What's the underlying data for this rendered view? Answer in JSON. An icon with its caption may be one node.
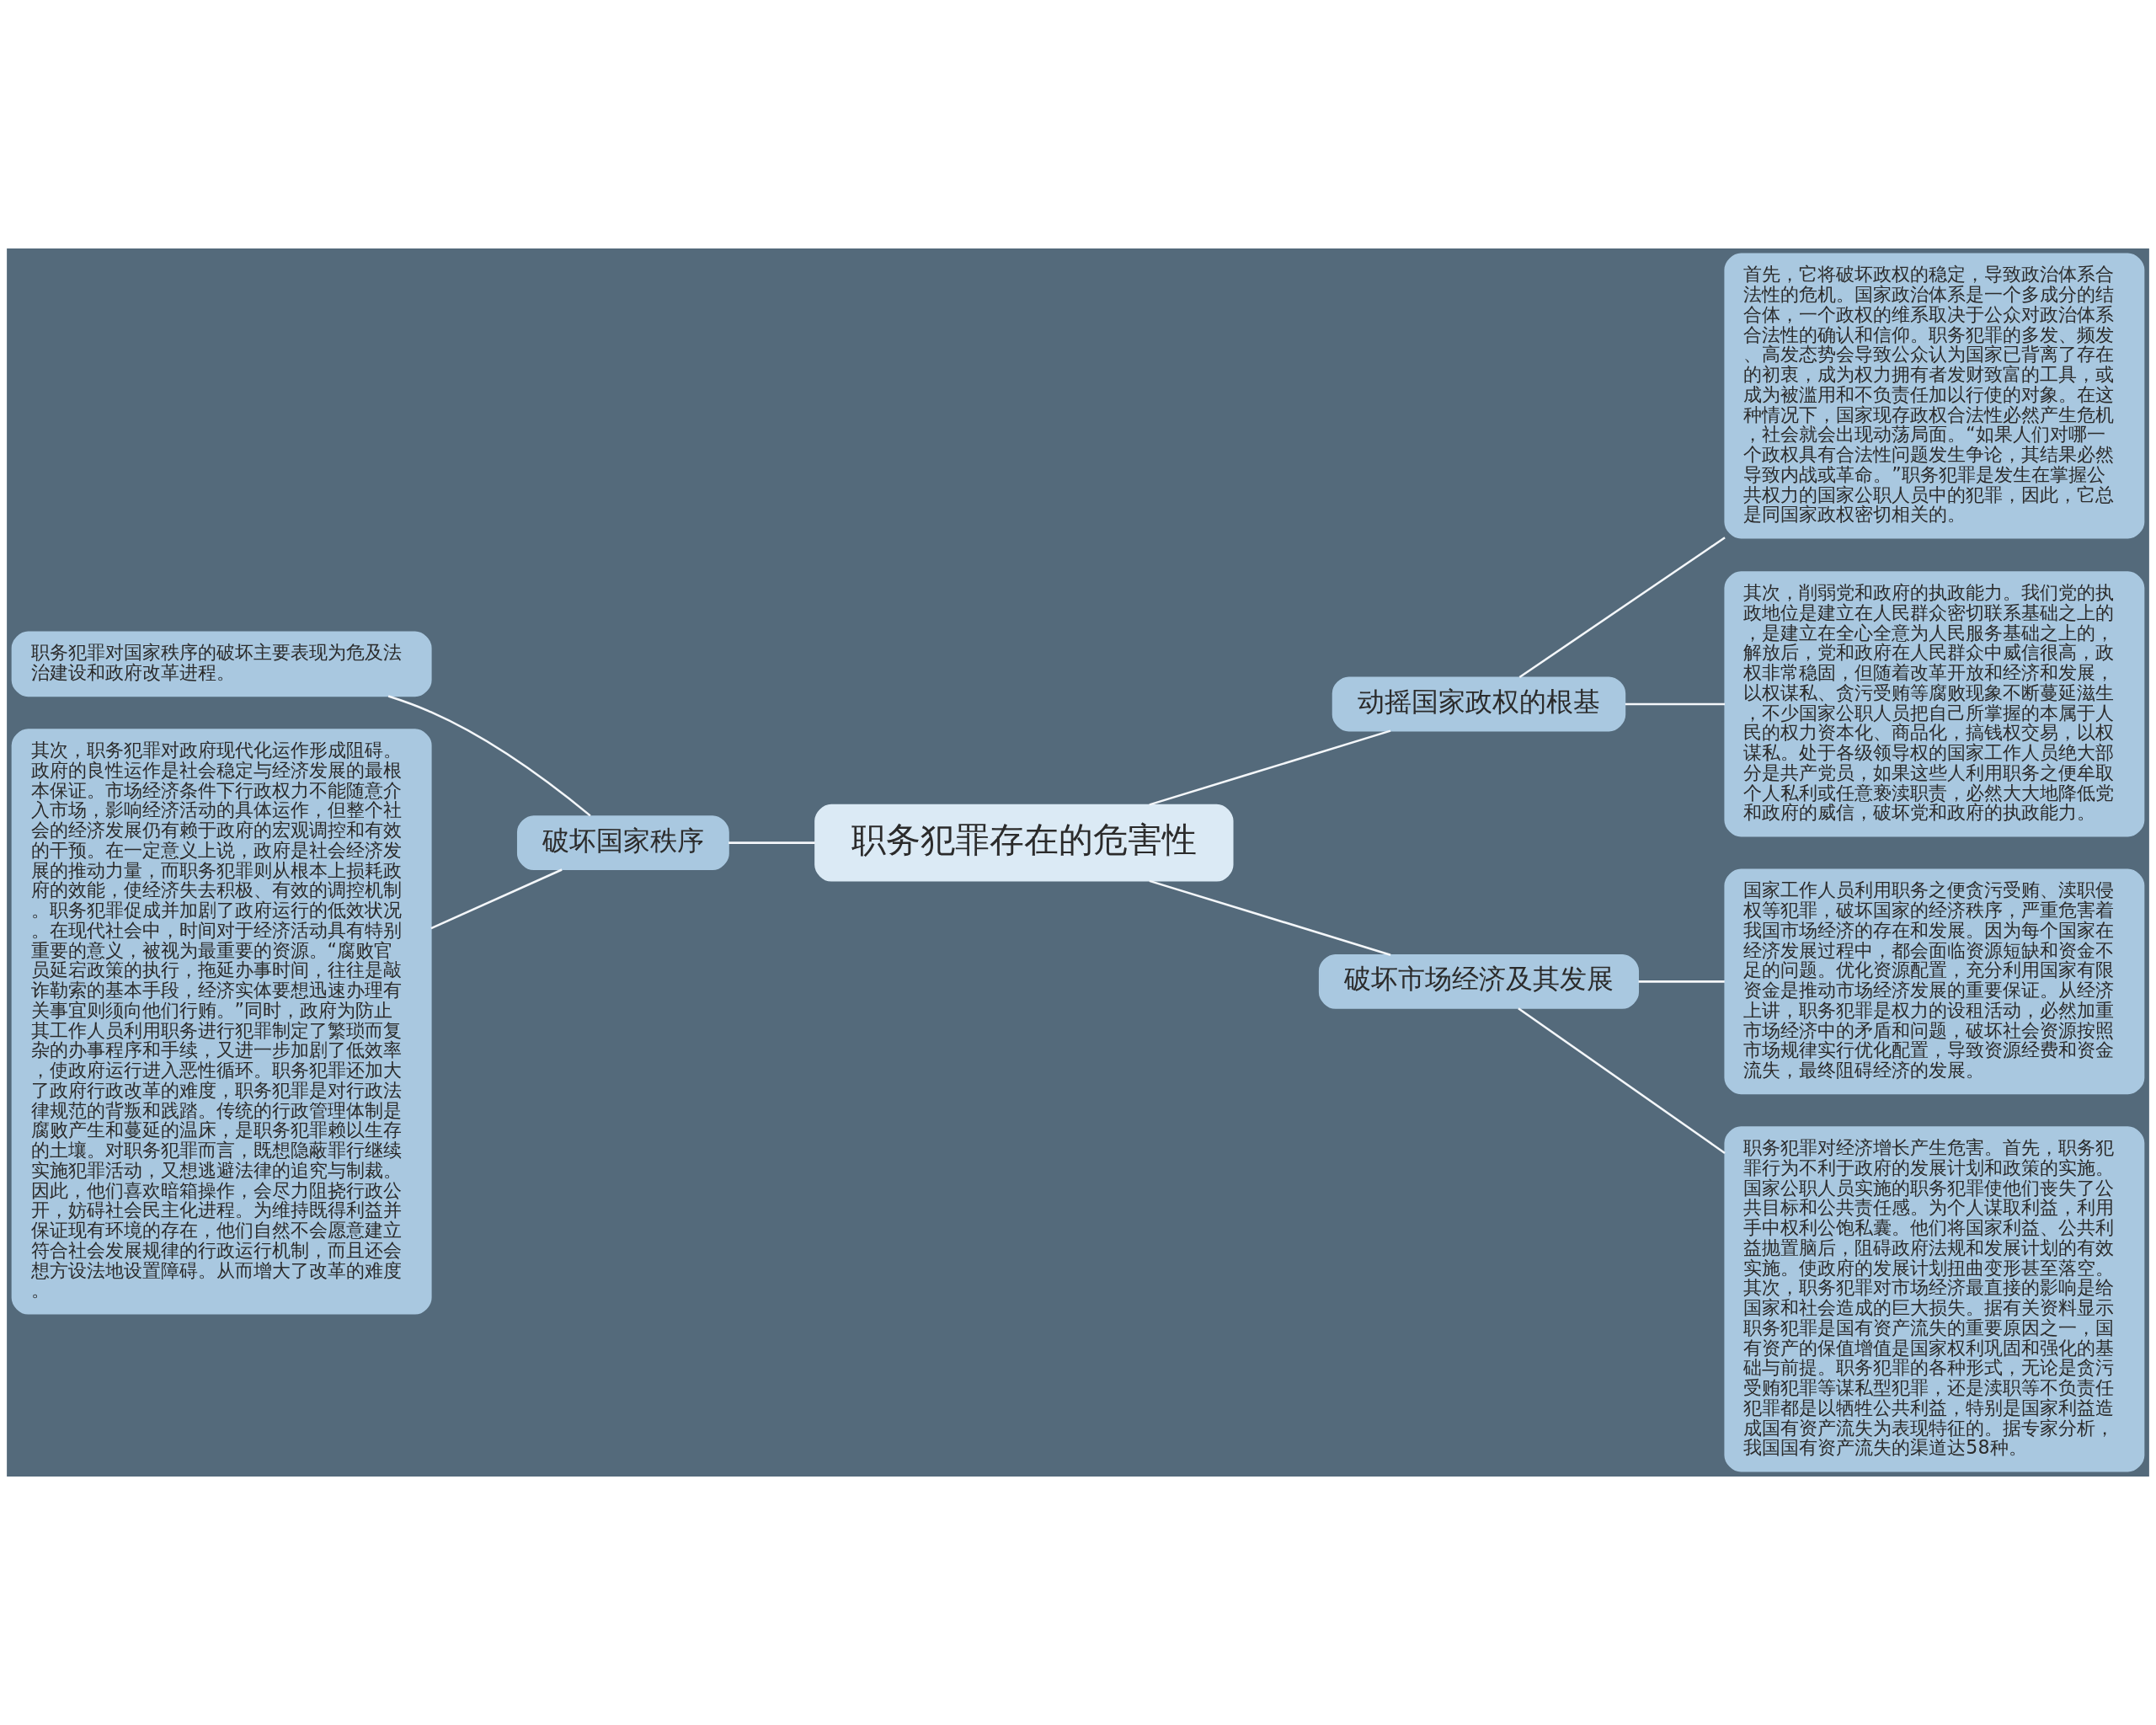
{
  "diagram": {
    "nodes": [
      {
        "text": [
          "职务犯罪存在的危害性"
        ]
      },
      {
        "text": [
          "动摇国家政权的根基"
        ]
      },
      {
        "text": [
          "首先，它将破坏政权的稳定，导致政治体系合法性的危机。国家政治体系是一个多成分的结合体，一个政权的维系取决于公众对政治体系合法性的确认和信仰。职务犯罪的多发、频发、高发态势会导致公众认为国家已背离了存在的初衷，成为权力拥有者发财致富的工具，或成为被滥用和不负责任加以行使的对象。在这种情况下，国家现存政权合法性必然产生危机，社会就会出现动荡局面。“如果人们对哪一个政权具有合法性问题发生争论，其结果必然导致内战或革命。”职务犯罪是发生在掌握公共权力的国家公职人员中的犯罪，因此，它总是同国家政权密切相关的。"
        ]
      },
      {
        "text": [
          "其次，削弱党和政府的执政能力。我们党的执政地位是建立在人民群众密切联系基础之上的，是建立在全心全意为人民服务基础之上的，解放后，党和政府在人民群众中威信很高，政权非常稳固，但随着改革开放和经济和发展，以权谋私、贪污受贿等腐败现象不断蔓延滋生，不少国家公职人员把自己所掌握的本属于人民的权力资本化、商品化，搞钱权交易，以权谋私。处于各级领导权的国家工作人员绝大部分是共产党员，如果这些人利用职务之便牟取个人私利或任意亵渎职责，必然大大地降低党和政府的威信，破坏党和政府的执政能力。"
        ]
      },
      {
        "text": [
          "破坏市场经济及其发展"
        ]
      },
      {
        "text": [
          "国家工作人员利用职务之便贪污受贿、渎职侵权等犯罪，破坏国家的经济秩序，严重危害着我国市场经济的存在和发展。因为每个国家在经济发展过程中，都会面临资源短缺和资金不足的问题。优化资源配置，充分利用国家有限资金是推动市场经济发展的重要保证。从经济上讲，职务犯罪是权力的设租活动，必然加重市场经济中的矛盾和问题，破坏社会资源按照市场规律实行优化配置，导致资源经费和资金流失，最终阻碍经济的发展。"
        ]
      },
      {
        "text": [
          "职务犯罪对经济增长产生危害。首先，职务犯罪行为不利于政府的发展计划和政策的实施。国家公职人员实施的职务犯罪使他们丧失了公共目标和公共责任感。为个人谋取利益，利用手中权利公饱私囊。他们将国家利益、公共利益抛置脑后，阻碍政府法规和发展计划的有效实施。使政府的发展计划扭曲变形甚至落空。其次，职务犯罪对市场经济最直接的影响是给国家和社会造成的巨大损失。据有关资料显示职务犯罪是国有资产流失的重要原因之一，国有资产的保值增值是国家权利巩固和强化的基础与前提。职务犯罪的各种形式，无论是贪污受贿犯罪等谋私型犯罪，还是渎职等不负责任犯罪都是以牺牲公共利益，特别是国家利益造成国有资产流失为表现特征的。据专家分析，我国国有资产流失的渠道达58种。"
        ]
      },
      {
        "text": [
          "破坏国家秩序"
        ]
      },
      {
        "text": [
          "职务犯罪对国家秩序的破坏主要表现为危及法治建设和政府改革进程。"
        ]
      },
      {
        "text": [
          "其次，职务犯罪对政府现代化运作形成阻碍。政府的良性运作是社会稳定与经济发展的最根本保证。市场经济条件下行政权力不能随意介入市场，影响经济活动的具体运作，但整个社会的经济发展仍有赖于政府的宏观调控和有效的干预。在一定意义上说，政府是社会经济发展的推动力量，而职务犯罪则从根本上损耗政府的效能，使经济失去积极、有效的调控机制。职务犯罪促成并加剧了政府运行的低效状况。在现代社会中，时间对于经济活动具有特别重要的意义，被视为最重要的资源。“腐败官员延宕政策的执行，拖延办事时间，往往是敲诈勒索的基本手段，经济实体要想迅速办理有关事宜则须向他们行贿。”同时，政府为防止其工作人员利用职务进行犯罪制定了繁琐而复杂的办事程序和手续，又进一步加剧了低效率，使政府运行进入恶性循环。职务犯罪还加大了政府行政改革的难度，职务犯罪是对行政法律规范的背叛和践踏。传统的行政管理体制是腐败产生和蔓延的温床，是职务犯罪赖以生存的土壤。对职务犯罪而言，既想隐蔽罪行继续实施犯罪活动，又想逃避法律的追究与制裁。因此，他们喜欢暗箱操作，会尽力阻挠行政公开，妨碍社会民主化进程。为维持既得利益并保证现有环境的存在，他们自然不会愿意建立符合社会发展规律的行政运行机制，而且还会想方设法地设置障碍。从而增大了改革的难度。"
        ]
      }
    ],
    "edges": [
      {
        "from": 0,
        "to": 1,
        "arrow": "none"
      },
      {
        "from": 1,
        "to": 2,
        "arrow": "none"
      },
      {
        "from": 1,
        "to": 3,
        "arrow": "none"
      },
      {
        "from": 0,
        "to": 4,
        "arrow": "none"
      },
      {
        "from": 4,
        "to": 5,
        "arrow": "none"
      },
      {
        "from": 4,
        "to": 6,
        "arrow": "none"
      },
      {
        "from": 0,
        "to": 7,
        "arrow": "none"
      },
      {
        "from": 7,
        "to": 8,
        "arrow": "none"
      },
      {
        "from": 7,
        "to": 9,
        "arrow": "none"
      }
    ]
  }
}
